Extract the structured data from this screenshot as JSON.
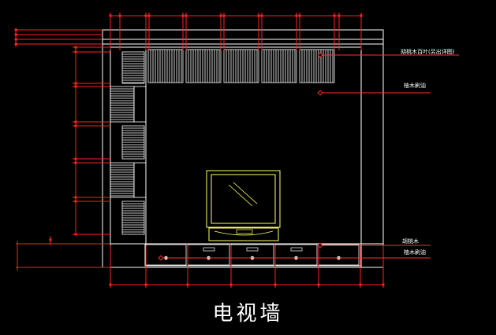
{
  "drawing": {
    "title": "电视墙",
    "colors": {
      "background": "#000000",
      "outline": "#ffffff",
      "dimension": "#ff2020",
      "tv": "#ffff66",
      "callout": "#ff3030"
    },
    "annotations": [
      {
        "id": "ceiling-note",
        "text": "胡桃木百叶(另出详图)"
      },
      {
        "id": "wall-finish-note",
        "text": "柚木刷油"
      },
      {
        "id": "cabinet-top-note",
        "text": "胡桃木"
      },
      {
        "id": "cabinet-finish-note",
        "text": "柚木刷油"
      }
    ]
  }
}
